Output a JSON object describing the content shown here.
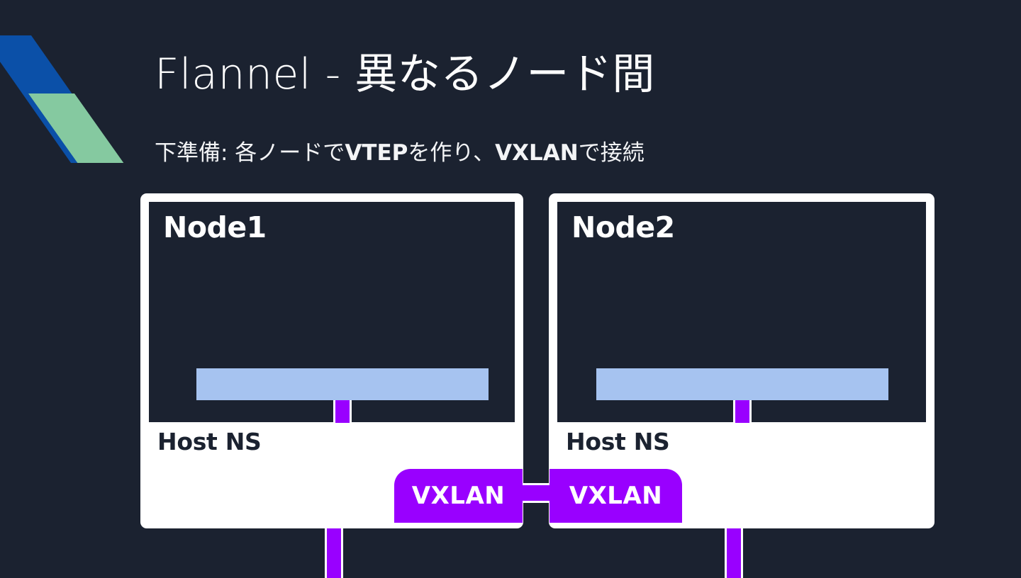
{
  "slide": {
    "background_color": "#1b2230",
    "title": "Flannel - 異なるノード間",
    "subtitle": {
      "prefix": "下準備: 各ノードで",
      "bold1": "VTEP",
      "middle": "を作り、",
      "bold2": "VXLAN",
      "suffix": "で接続"
    }
  },
  "logo": {
    "name": "corner-parallelogram-logo",
    "blue": "#0b50a8",
    "green": "#85c9a0"
  },
  "colors": {
    "card": "#ffffff",
    "node_fill": "#1b2230",
    "bridge": "#a6c3f0",
    "veth": "#9900ff",
    "text_light": "#ffffff",
    "text_dark": "#1b2230"
  },
  "nodes": [
    {
      "id": "node1",
      "label": "Node1",
      "host_ns_label": "Host NS",
      "bridge_label": "",
      "vxlan_label": "VXLAN"
    },
    {
      "id": "node2",
      "label": "Node2",
      "host_ns_label": "Host NS",
      "bridge_label": "",
      "vxlan_label": "VXLAN"
    }
  ]
}
